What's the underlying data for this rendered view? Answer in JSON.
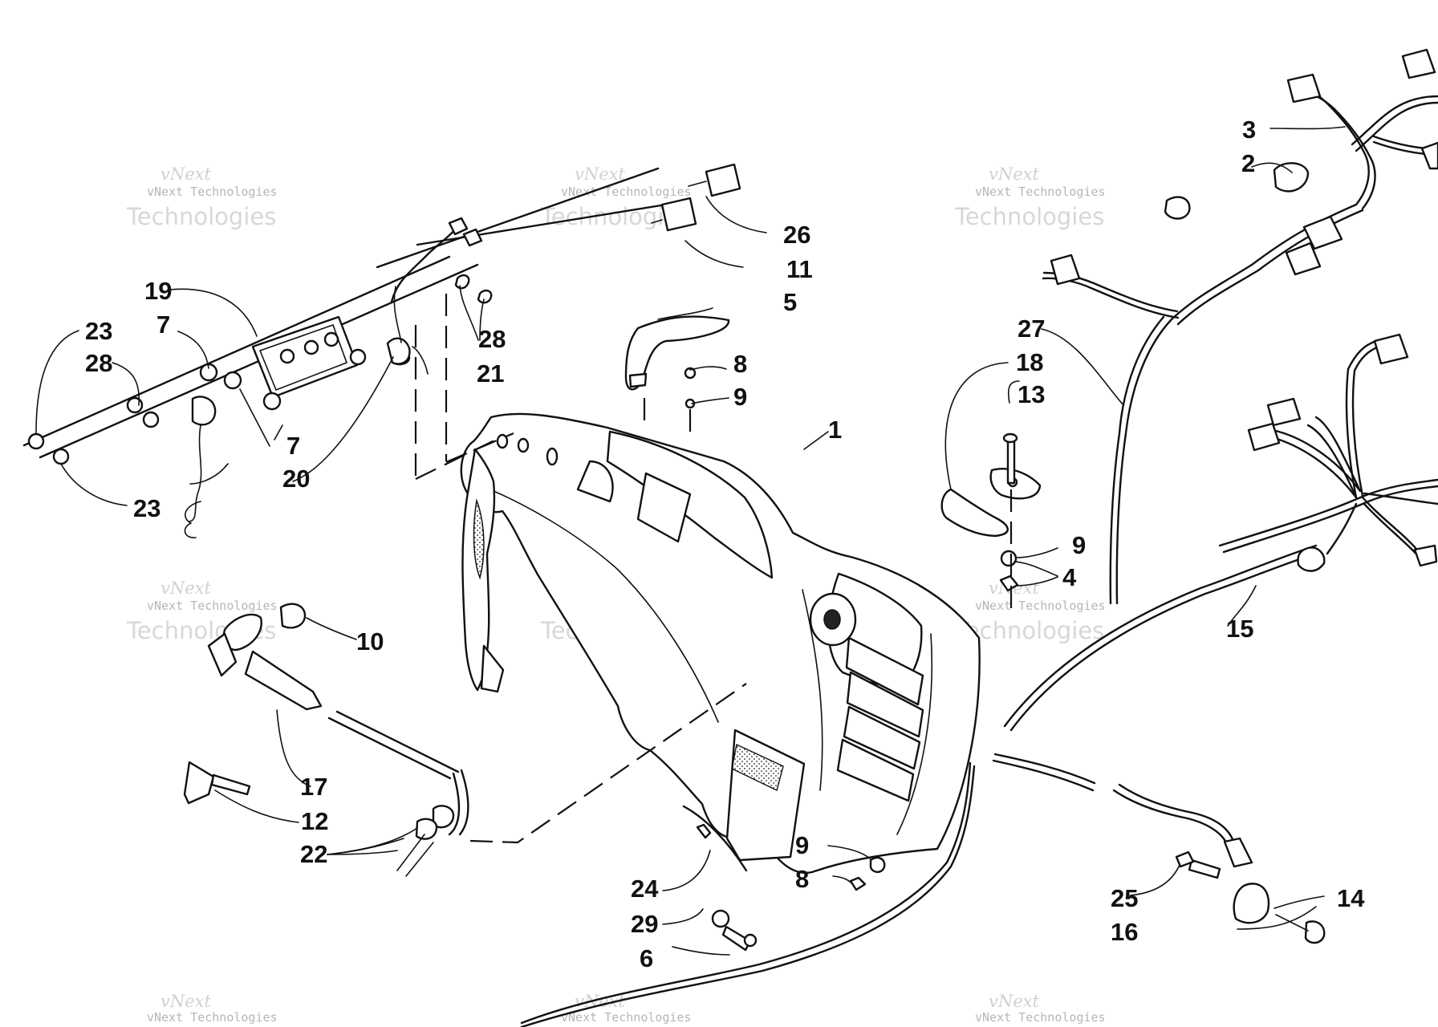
{
  "diagram": {
    "watermark_texts": {
      "line_one": "vNext",
      "line_two": "vNext Technologies",
      "line_three": "Technologies"
    },
    "callouts": [
      {
        "id": "1",
        "label": "1"
      },
      {
        "id": "2",
        "label": "2"
      },
      {
        "id": "3",
        "label": "3"
      },
      {
        "id": "4",
        "label": "4"
      },
      {
        "id": "5",
        "label": "5"
      },
      {
        "id": "6",
        "label": "6"
      },
      {
        "id": "7a",
        "label": "7"
      },
      {
        "id": "7b",
        "label": "7"
      },
      {
        "id": "8a",
        "label": "8"
      },
      {
        "id": "8b",
        "label": "8"
      },
      {
        "id": "9a",
        "label": "9"
      },
      {
        "id": "9b",
        "label": "9"
      },
      {
        "id": "9c",
        "label": "9"
      },
      {
        "id": "10",
        "label": "10"
      },
      {
        "id": "11",
        "label": "11"
      },
      {
        "id": "12",
        "label": "12"
      },
      {
        "id": "13",
        "label": "13"
      },
      {
        "id": "14",
        "label": "14"
      },
      {
        "id": "15",
        "label": "15"
      },
      {
        "id": "16",
        "label": "16"
      },
      {
        "id": "17",
        "label": "17"
      },
      {
        "id": "18",
        "label": "18"
      },
      {
        "id": "19",
        "label": "19"
      },
      {
        "id": "20",
        "label": "20"
      },
      {
        "id": "21",
        "label": "21"
      },
      {
        "id": "22",
        "label": "22"
      },
      {
        "id": "23a",
        "label": "23"
      },
      {
        "id": "23b",
        "label": "23"
      },
      {
        "id": "24",
        "label": "24"
      },
      {
        "id": "25",
        "label": "25"
      },
      {
        "id": "26",
        "label": "26"
      },
      {
        "id": "27",
        "label": "27"
      },
      {
        "id": "28a",
        "label": "28"
      },
      {
        "id": "28b",
        "label": "28"
      },
      {
        "id": "29",
        "label": "29"
      }
    ]
  }
}
